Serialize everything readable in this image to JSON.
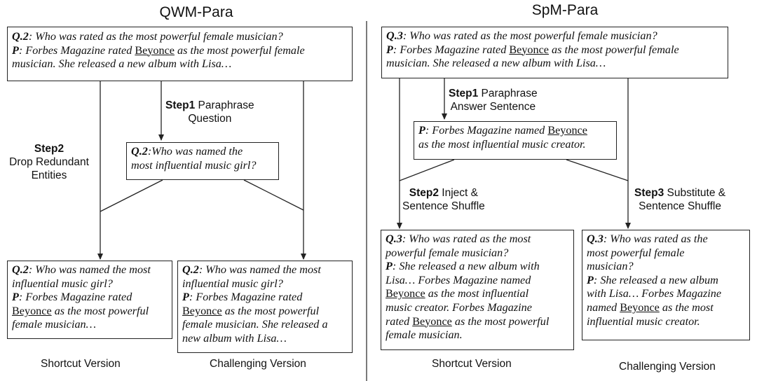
{
  "left_panel": {
    "title": "QWM-Para",
    "top_box": {
      "q_label": "Q.2",
      "q_text": ": Who was rated as the most powerful female musician?",
      "p_label": "P",
      "p_pre": ": Forbes Magazine rated ",
      "p_entity": "Beyonce",
      "p_post": " as the most powerful female",
      "p_line2": "musician. She released a new album with Lisa…"
    },
    "step1": {
      "bold": "Step1",
      "text1": " Paraphrase",
      "text2": "Question"
    },
    "step2": {
      "bold": "Step2",
      "text1": "Drop Redundant",
      "text2": "Entities"
    },
    "mid_box": {
      "q_label": "Q.2",
      "line1": ":Who was named the",
      "line2": "most influential music girl?"
    },
    "shortcut_box": {
      "q_label": "Q.2",
      "line1": ": Who was named the most",
      "line2": "influential music girl?",
      "p_label": "P",
      "p_line1": ": Forbes Magazine rated",
      "p_entity": "Beyonce",
      "p_line2_post": " as the most powerful",
      "p_line3": "female musician…"
    },
    "challenging_box": {
      "q_label": "Q.2",
      "line1": ": Who was named the most",
      "line2": "influential music girl?",
      "p_label": "P",
      "p_line1": ": Forbes Magazine rated",
      "p_entity": "Beyonce",
      "p_line2_post": " as the most powerful",
      "p_line3": "female musician. She released a",
      "p_line4": "new album with Lisa…"
    },
    "caption_shortcut": "Shortcut Version",
    "caption_challenging": "Challenging Version"
  },
  "right_panel": {
    "title": "SpM-Para",
    "top_box": {
      "q_label": "Q.3",
      "q_text": ": Who was rated as the most powerful female musician?",
      "p_label": "P",
      "p_pre": ": Forbes Magazine rated ",
      "p_entity": "Beyonce",
      "p_post": " as the most powerful female",
      "p_line2": "musician. She released a new album with  Lisa…"
    },
    "step1": {
      "bold": "Step1",
      "text1": " Paraphrase",
      "text2": "Answer Sentence"
    },
    "mid_box": {
      "p_label": "P",
      "p_pre": ": Forbes Magazine named ",
      "p_entity": "Beyonce",
      "p_line2": "as the most influential music creator."
    },
    "step2": {
      "bold": "Step2",
      "text1": " Inject &",
      "text2": "Sentence Shuffle"
    },
    "step3": {
      "bold": "Step3",
      "text1": " Substitute &",
      "text2": "Sentence Shuffle"
    },
    "shortcut_box": {
      "q_label": "Q.3",
      "line1": ": Who was rated as the most",
      "line2": "powerful female musician?",
      "p_label": "P",
      "p_line1": ": She released a new album with",
      "p_line2": "Lisa… Forbes Magazine named",
      "p_entity1": "Beyonce",
      "p_line3_post": " as the most influential",
      "p_line4": "music creator. Forbes Magazine",
      "p_line5_pre": "rated ",
      "p_entity2": "Beyonce",
      "p_line5_post": " as the most powerful",
      "p_line6": "female musician."
    },
    "challenging_box": {
      "q_label": "Q.3",
      "line1": ": Who was rated as the",
      "line2": "most powerful female",
      "line3": "musician?",
      "p_label": "P",
      "p_line1": ": She released a new album",
      "p_line2": "with  Lisa… Forbes Magazine",
      "p_line3_pre": "named ",
      "p_entity": "Beyonce",
      "p_line3_post": " as the most",
      "p_line4": "influential music creator."
    },
    "caption_shortcut": "Shortcut Version",
    "caption_challenging": "Challenging Version"
  }
}
